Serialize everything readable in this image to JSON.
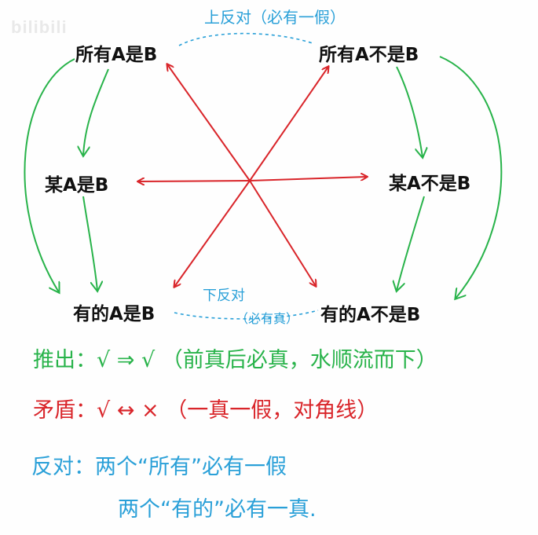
{
  "watermark": "bilibili",
  "nodes": {
    "top_left": "所有A是B",
    "top_right": "所有A不是B",
    "mid_left": "某A是B",
    "mid_right": "某A不是B",
    "bottom_left": "有的A是B",
    "bottom_right": "有的A不是B"
  },
  "relations": {
    "upper": "上反对（必有一假）",
    "lower_1": "下反对",
    "lower_2": "（必有真）"
  },
  "notes": {
    "inference": "推出：√ ⇒ √ （前真后必真，水顺流而下）",
    "contradiction": "矛盾：√ ↔ × （一真一假，对角线）",
    "contrary_1": "反对：两个“所有”必有一假",
    "contrary_2": "两个“有的”必有一真."
  },
  "colors": {
    "inference": "#28b34a",
    "contradiction": "#d9252a",
    "contrary": "#2aa0d8"
  }
}
